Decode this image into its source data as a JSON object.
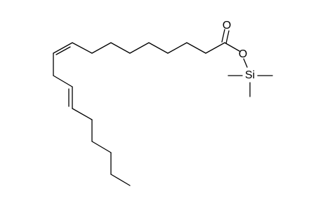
{
  "molecule": {
    "atoms": [
      {
        "id": "o_carbonyl",
        "symbol": "O"
      },
      {
        "id": "o_ester",
        "symbol": "O"
      },
      {
        "id": "si",
        "symbol": "Si"
      }
    ]
  },
  "colors": {
    "bond": "#000000",
    "text": "#000000",
    "background": "#ffffff"
  }
}
